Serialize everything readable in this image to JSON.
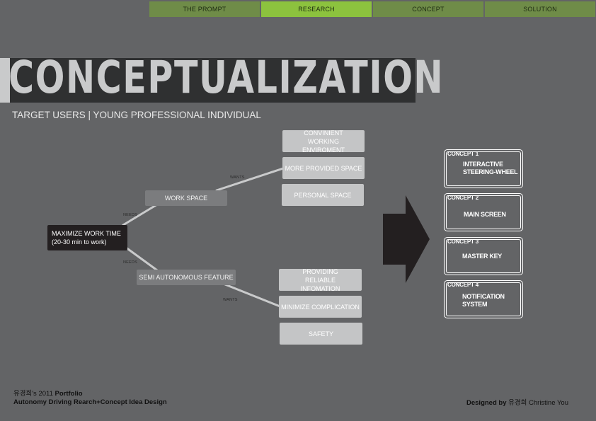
{
  "nav": {
    "tabs": [
      {
        "label": "THE PROMPT",
        "active": false
      },
      {
        "label": "RESEARCH",
        "active": true
      },
      {
        "label": "CONCEPT",
        "active": false
      },
      {
        "label": "SOLUTION",
        "active": false
      }
    ]
  },
  "header": {
    "title": "CONCEPTUALIZATION",
    "subtitle": "TARGET USERS | YOUNG PROFESSIONAL INDIVIDUAL"
  },
  "diagram": {
    "root": {
      "line1": "MAXIMIZE WORK TIME",
      "line2": "(20-30 min to work)"
    },
    "needs_label_top": "NEEDS",
    "needs_label_bottom": "NEEDS",
    "branch_top": {
      "label": "WORK SPACE",
      "wants_label": "WANTS",
      "items": [
        "CONVINIENT WORKING ENVIROMENT",
        "MORE PROVIDED SPACE",
        "PERSONAL SPACE"
      ]
    },
    "branch_bottom": {
      "label": "SEMI AUTONOMOUS FEATURE",
      "wants_label": "WANTS",
      "items": [
        "PROVIDING RELIABLE INFOMATION",
        "MINIMIZE COMPLICATION",
        "SAFETY"
      ]
    }
  },
  "concepts": [
    {
      "number": "CONCEPT 1",
      "title_line1": "INTERACTIVE",
      "title_line2": "STEERING-WHEEL"
    },
    {
      "number": "CONCEPT 2",
      "title_line1": "MAIN SCREEN",
      "title_line2": ""
    },
    {
      "number": "CONCEPT 3",
      "title_line1": "MASTER KEY",
      "title_line2": ""
    },
    {
      "number": "CONCEPT 4",
      "title_line1": "NOTIFICATION",
      "title_line2": "SYSTEM"
    }
  ],
  "footer": {
    "author_ko": "유경희",
    "portfolio_suffix": "'s 2011",
    "portfolio_word": "Portfolio",
    "project": "Autonomy Driving Rearch+Concept Idea Design",
    "designed_by_label": "Designed by",
    "designer_ko": "유경희",
    "designer_en": "Christine You"
  },
  "colors": {
    "background": "#636466",
    "nav_tab": "#6f8c48",
    "nav_tab_active": "#8cc23e",
    "box_light": "#c4c5c6",
    "box_mid": "#7b7c7e",
    "box_dark": "#231f20"
  }
}
